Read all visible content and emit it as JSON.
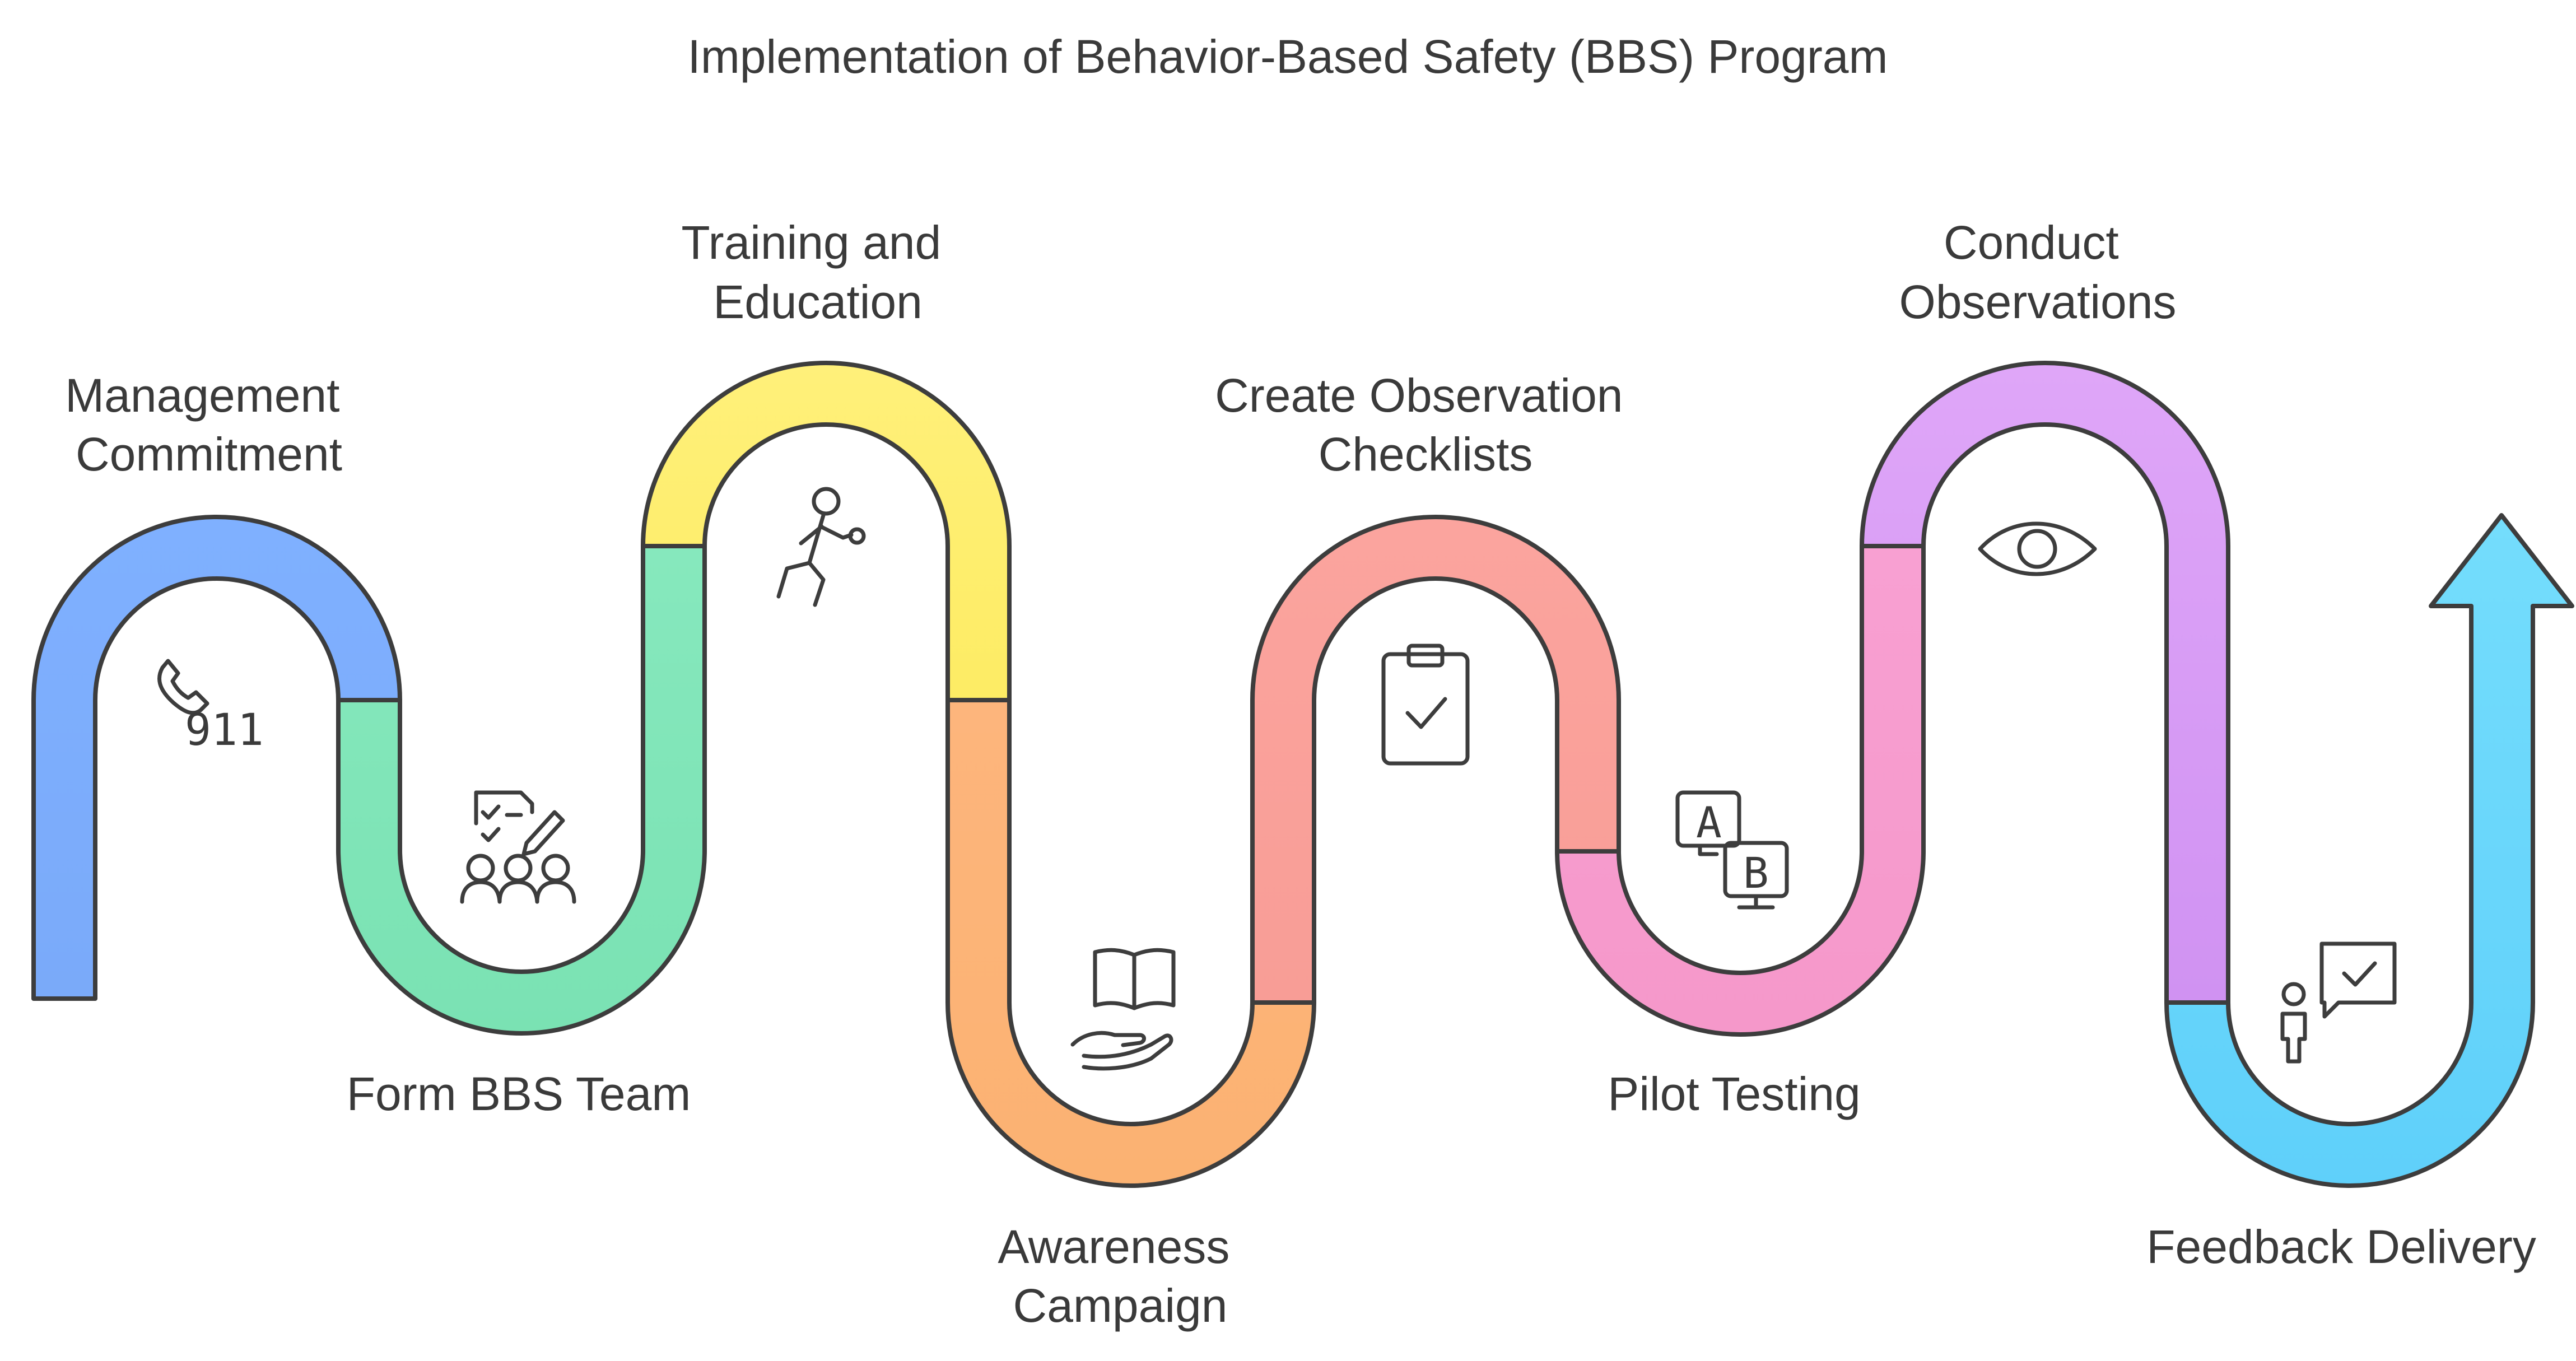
{
  "title": "Implementation of Behavior-Based Safety (BBS) Program",
  "steps": [
    {
      "label_lines": [
        "Management",
        "Commitment"
      ],
      "icon": "phone-911-icon",
      "icon_text": "911",
      "color": "#7fb0ff"
    },
    {
      "label_lines": [
        "Form BBS Team"
      ],
      "icon": "team-checklist-icon",
      "color": "#80e6b8"
    },
    {
      "label_lines": [
        "Training and",
        "Education"
      ],
      "icon": "running-person-icon",
      "color": "#fff06e"
    },
    {
      "label_lines": [
        "Awareness",
        "Campaign"
      ],
      "icon": "open-book-hand-icon",
      "color": "#fcb577"
    },
    {
      "label_lines": [
        "Create Observation",
        "Checklists"
      ],
      "icon": "clipboard-check-icon",
      "color": "#f9a19a"
    },
    {
      "label_lines": [
        "Pilot Testing"
      ],
      "icon": "ab-test-icon",
      "icon_text_a": "A",
      "icon_text_b": "B",
      "color": "#f79cce"
    },
    {
      "label_lines": [
        "Conduct",
        "Observations"
      ],
      "icon": "eye-icon",
      "color": "#dba0f6"
    },
    {
      "label_lines": [
        "Feedback Delivery"
      ],
      "icon": "feedback-person-icon",
      "color": "#6dd8fb"
    }
  ]
}
